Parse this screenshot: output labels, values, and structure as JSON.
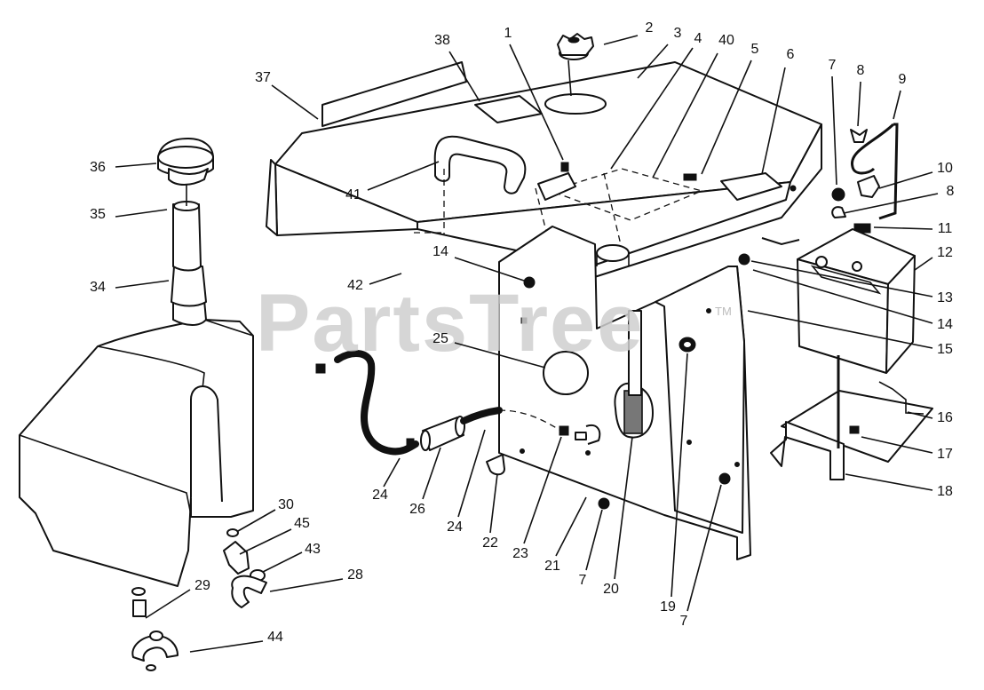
{
  "watermark": {
    "text": "PartsTree",
    "mark": "TM"
  },
  "callouts": [
    {
      "num": "1",
      "name": "callout-1"
    },
    {
      "num": "2",
      "name": "callout-2"
    },
    {
      "num": "3",
      "name": "callout-3"
    },
    {
      "num": "4",
      "name": "callout-4"
    },
    {
      "num": "40",
      "name": "callout-40"
    },
    {
      "num": "5",
      "name": "callout-5"
    },
    {
      "num": "6",
      "name": "callout-6"
    },
    {
      "num": "7",
      "name": "callout-7-top"
    },
    {
      "num": "8",
      "name": "callout-8-top"
    },
    {
      "num": "9",
      "name": "callout-9"
    },
    {
      "num": "10",
      "name": "callout-10"
    },
    {
      "num": "8",
      "name": "callout-8-lower"
    },
    {
      "num": "11",
      "name": "callout-11"
    },
    {
      "num": "12",
      "name": "callout-12"
    },
    {
      "num": "13",
      "name": "callout-13"
    },
    {
      "num": "14",
      "name": "callout-14-right"
    },
    {
      "num": "15",
      "name": "callout-15"
    },
    {
      "num": "16",
      "name": "callout-16"
    },
    {
      "num": "17",
      "name": "callout-17"
    },
    {
      "num": "18",
      "name": "callout-18"
    },
    {
      "num": "38",
      "name": "callout-38"
    },
    {
      "num": "37",
      "name": "callout-37"
    },
    {
      "num": "36",
      "name": "callout-36"
    },
    {
      "num": "35",
      "name": "callout-35"
    },
    {
      "num": "34",
      "name": "callout-34"
    },
    {
      "num": "41",
      "name": "callout-41"
    },
    {
      "num": "42",
      "name": "callout-42"
    },
    {
      "num": "14",
      "name": "callout-14-left"
    },
    {
      "num": "25",
      "name": "callout-25"
    },
    {
      "num": "24",
      "name": "callout-24-left"
    },
    {
      "num": "26",
      "name": "callout-26"
    },
    {
      "num": "24",
      "name": "callout-24-mid"
    },
    {
      "num": "22",
      "name": "callout-22"
    },
    {
      "num": "23",
      "name": "callout-23"
    },
    {
      "num": "21",
      "name": "callout-21"
    },
    {
      "num": "7",
      "name": "callout-7-mid"
    },
    {
      "num": "20",
      "name": "callout-20"
    },
    {
      "num": "19",
      "name": "callout-19"
    },
    {
      "num": "7",
      "name": "callout-7-bottom"
    },
    {
      "num": "30",
      "name": "callout-30"
    },
    {
      "num": "45",
      "name": "callout-45"
    },
    {
      "num": "43",
      "name": "callout-43"
    },
    {
      "num": "28",
      "name": "callout-28"
    },
    {
      "num": "29",
      "name": "callout-29"
    },
    {
      "num": "44",
      "name": "callout-44"
    }
  ]
}
